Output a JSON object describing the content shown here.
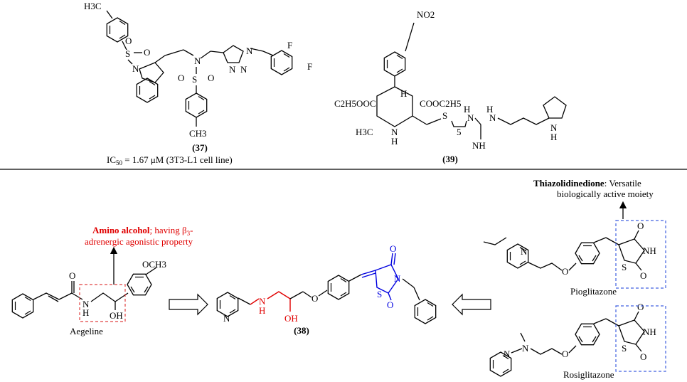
{
  "compound37": {
    "id": "(37)",
    "activity_prefix": "IC",
    "activity_sub": "50",
    "activity_rest": " = 1.67 μM (3T3-L1 cell line)",
    "atoms": {
      "ch3_top": "H3C",
      "f1": "F",
      "f2": "F",
      "n_indole": "N",
      "n_sulfonamide": "N",
      "o1": "O",
      "o2": "O",
      "o3": "O",
      "o4": "O",
      "s1": "S",
      "s2": "S",
      "n_triazole1": "N",
      "n_triazole2": "N",
      "n_triazole3": "N",
      "ch3_bottom": "CH3"
    }
  },
  "compound39": {
    "id": "(39)",
    "atoms": {
      "no2": "NO2",
      "h": "H",
      "ester_left": "C2H5OOC",
      "ester_right": "COOC2H5",
      "h3c": "H3C",
      "nh_ring": "N",
      "h_ring": "H",
      "s": "S",
      "sub5": "5",
      "nh1": "N",
      "h1": "H",
      "nh2": "N",
      "h2": "H",
      "nh_imine": "NH",
      "n_pyrrole": "N",
      "h_pyrrole": "H"
    }
  },
  "amino_alcohol": {
    "title": "Amino alcohol",
    "text1": "; having β",
    "sub": "3",
    "text2": "-",
    "line2": "adrenergic agonistic property"
  },
  "thiazolidinedione": {
    "title": "Thiazolidinedione",
    "text1": ": Versatile",
    "line2": "biologically active moiety"
  },
  "aegeline": {
    "name": "Aegeline",
    "atoms": {
      "o": "O",
      "n": "N",
      "h": "H",
      "oh": "OH",
      "och3": "OCH3"
    }
  },
  "compound38": {
    "id": "(38)",
    "atoms": {
      "n_pyr": "N",
      "n_amine": "N",
      "h_amine": "H",
      "oh": "OH",
      "o_ether": "O",
      "s": "S",
      "n_tzd": "N",
      "o_top": "O",
      "o_bottom": "O"
    }
  },
  "pioglitazone": {
    "name": "Pioglitazone",
    "atoms": {
      "n": "N",
      "o": "O",
      "s": "S",
      "nh": "NH",
      "o1": "O",
      "o2": "O"
    }
  },
  "rosiglitazone": {
    "name": "Rosiglitazone",
    "atoms": {
      "n_pyr": "N",
      "n_me": "N",
      "o": "O",
      "s": "S",
      "nh": "NH",
      "o1": "O",
      "o2": "O"
    }
  },
  "colors": {
    "red": "#e00000",
    "blue": "#0000e0",
    "black": "#000000"
  }
}
